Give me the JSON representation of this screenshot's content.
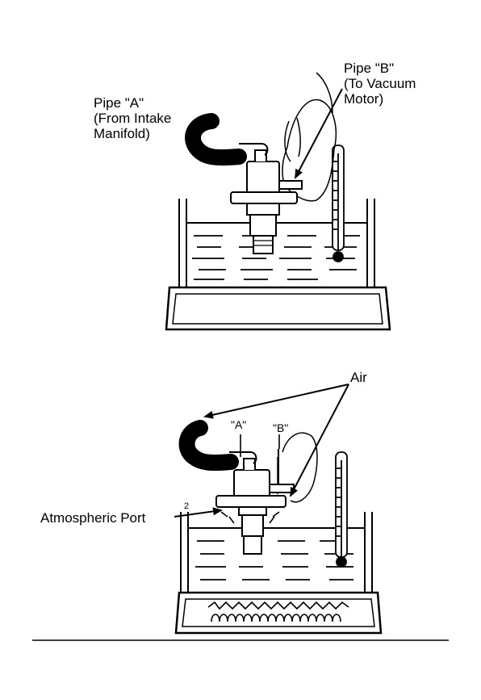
{
  "top_figure": {
    "pipe_a_label": "Pipe \"A\"\n(From Intake\nManifold)",
    "pipe_b_label": "Pipe \"B\"\n(To Vacuum\nMotor)"
  },
  "bottom_figure": {
    "air_label": "Air",
    "a_label": "\"A\"",
    "b_label": "\"B\"",
    "atmospheric_port_label": "Atmospheric Port"
  },
  "colors": {
    "ink": "#000000",
    "paper": "#ffffff"
  }
}
